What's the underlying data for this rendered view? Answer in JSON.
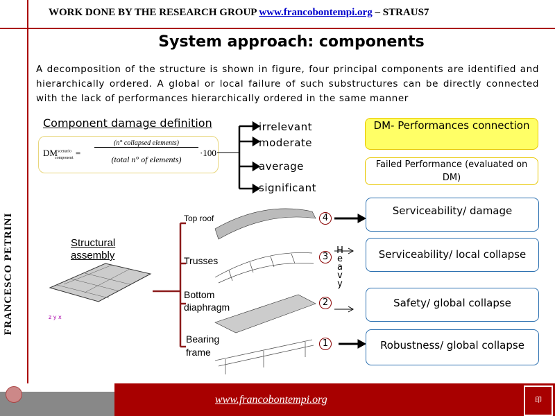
{
  "header": {
    "prefix": "WORK DONE BY THE RESEARCH GROUP",
    "link": "www.francobontempi.org",
    "suffix": " – STRAUS7"
  },
  "side_author": "FRANCESCO PETRINI",
  "title": "System approach: components",
  "intro": "A decomposition of the structure is shown in figure, four principal components are identified and hierarchically ordered. A global or local failure of such substructures can be directly connected with the lack of performances hierarchically ordered in the same manner",
  "damage": {
    "heading": "Component damage definition",
    "formula_lhs": "DM",
    "formula_sup": "scenario",
    "formula_sub": "component",
    "numerator": "(n° collapsed elements)",
    "denominator": "(total n° of elements)",
    "factor": "·100",
    "levels": [
      "irrelevant",
      "moderate",
      "average",
      "significant"
    ]
  },
  "dm_box": "DM- Performances connection",
  "failed_box": "Failed Performance (evaluated on DM)",
  "structural_label": "Structural assembly",
  "heavy_label": "Heavy",
  "components": [
    {
      "label": "Top roof",
      "num": "4",
      "performance": "Serviceability/ damage"
    },
    {
      "label": "Trusses",
      "num": "3",
      "performance": "Serviceability/ local collapse"
    },
    {
      "label": "Bottom diaphragm",
      "num": "2",
      "performance": "Safety/ global collapse"
    },
    {
      "label": "Bearing frame",
      "num": "1",
      "performance": "Robustness/ global collapse"
    }
  ],
  "footer": {
    "link": "www.francobontempi.org"
  },
  "colors": {
    "accent": "#a80000",
    "yellow": "#ffff66",
    "blue": "#2a6fb0"
  }
}
